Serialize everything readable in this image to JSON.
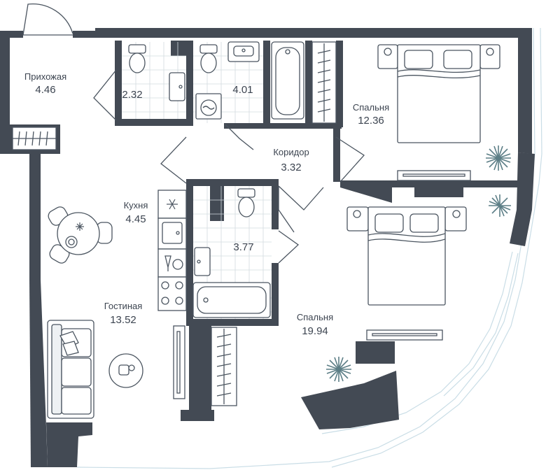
{
  "plan": {
    "rooms": [
      {
        "id": "hallway",
        "name": "Прихожая",
        "area": "4.46"
      },
      {
        "id": "wc",
        "name": "",
        "area": "2.32"
      },
      {
        "id": "bath1",
        "name": "",
        "area": "4.01"
      },
      {
        "id": "bedroom1",
        "name": "Спальня",
        "area": "12.36"
      },
      {
        "id": "corridor",
        "name": "Коридор",
        "area": "3.32"
      },
      {
        "id": "kitchen",
        "name": "Кухня",
        "area": "4.45"
      },
      {
        "id": "bath2",
        "name": "",
        "area": "3.77"
      },
      {
        "id": "living",
        "name": "Гостиная",
        "area": "13.52"
      },
      {
        "id": "bedroom2",
        "name": "Спальня",
        "area": "19.94"
      }
    ]
  },
  "colors": {
    "wall": "#434a54",
    "fixture_stroke": "#4b5560",
    "text": "#3c4450",
    "plant": "#5c7e86",
    "glazing": "#c9dde6"
  },
  "icons": [
    "snowflake-icon",
    "plant-icon",
    "toilet-icon",
    "sink-icon",
    "bathtub-icon",
    "washing-machine-icon",
    "stove-icon",
    "bed-icon",
    "sofa-icon",
    "dining-table-icon"
  ]
}
